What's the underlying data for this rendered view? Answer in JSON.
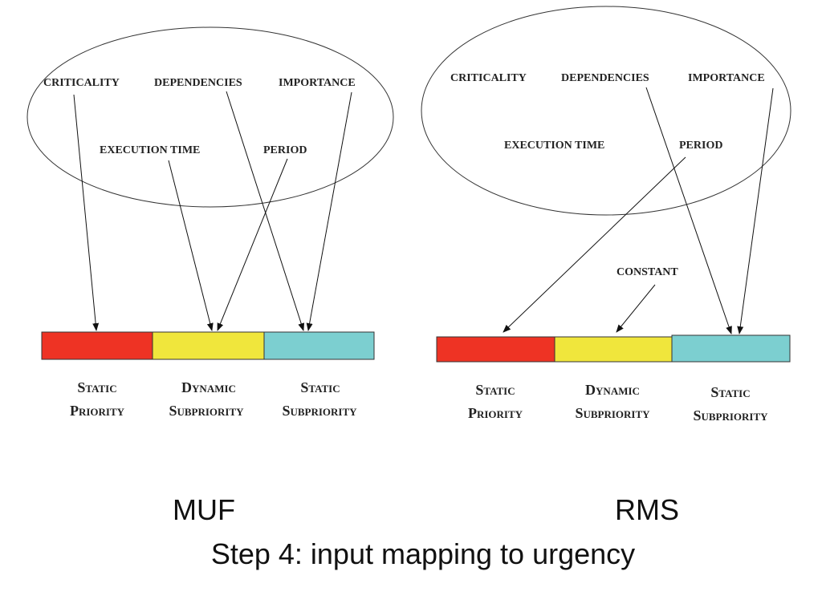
{
  "muf": {
    "inputs": {
      "criticality": "CRITICALITY",
      "dependencies": "DEPENDENCIES",
      "importance": "IMPORTANCE",
      "execution_time": "EXECUTION TIME",
      "period": "PERIOD"
    },
    "bar": {
      "static_priority": {
        "line1": "Static",
        "line2": "Priority"
      },
      "dynamic_subpriority": {
        "line1": "Dynamic",
        "line2": "Subpriority"
      },
      "static_subpriority": {
        "line1": "Static",
        "line2": "Subpriority"
      }
    }
  },
  "rms": {
    "inputs": {
      "criticality": "CRITICALITY",
      "dependencies": "DEPENDENCIES",
      "importance": "IMPORTANCE",
      "execution_time": "EXECUTION TIME",
      "period": "PERIOD"
    },
    "constant": "CONSTANT",
    "bar": {
      "static_priority": {
        "line1": "Static",
        "line2": "Priority"
      },
      "dynamic_subpriority": {
        "line1": "Dynamic",
        "line2": "Subpriority"
      },
      "static_subpriority": {
        "line1": "Static",
        "line2": "Subpriority"
      }
    }
  },
  "captions": {
    "left": "MUF",
    "right": "RMS",
    "subtitle": "Step 4: input mapping to urgency"
  },
  "colors": {
    "static_priority": "#ee3324",
    "dynamic_subpriority": "#f0e63c",
    "static_subpriority": "#7ccfd0"
  }
}
